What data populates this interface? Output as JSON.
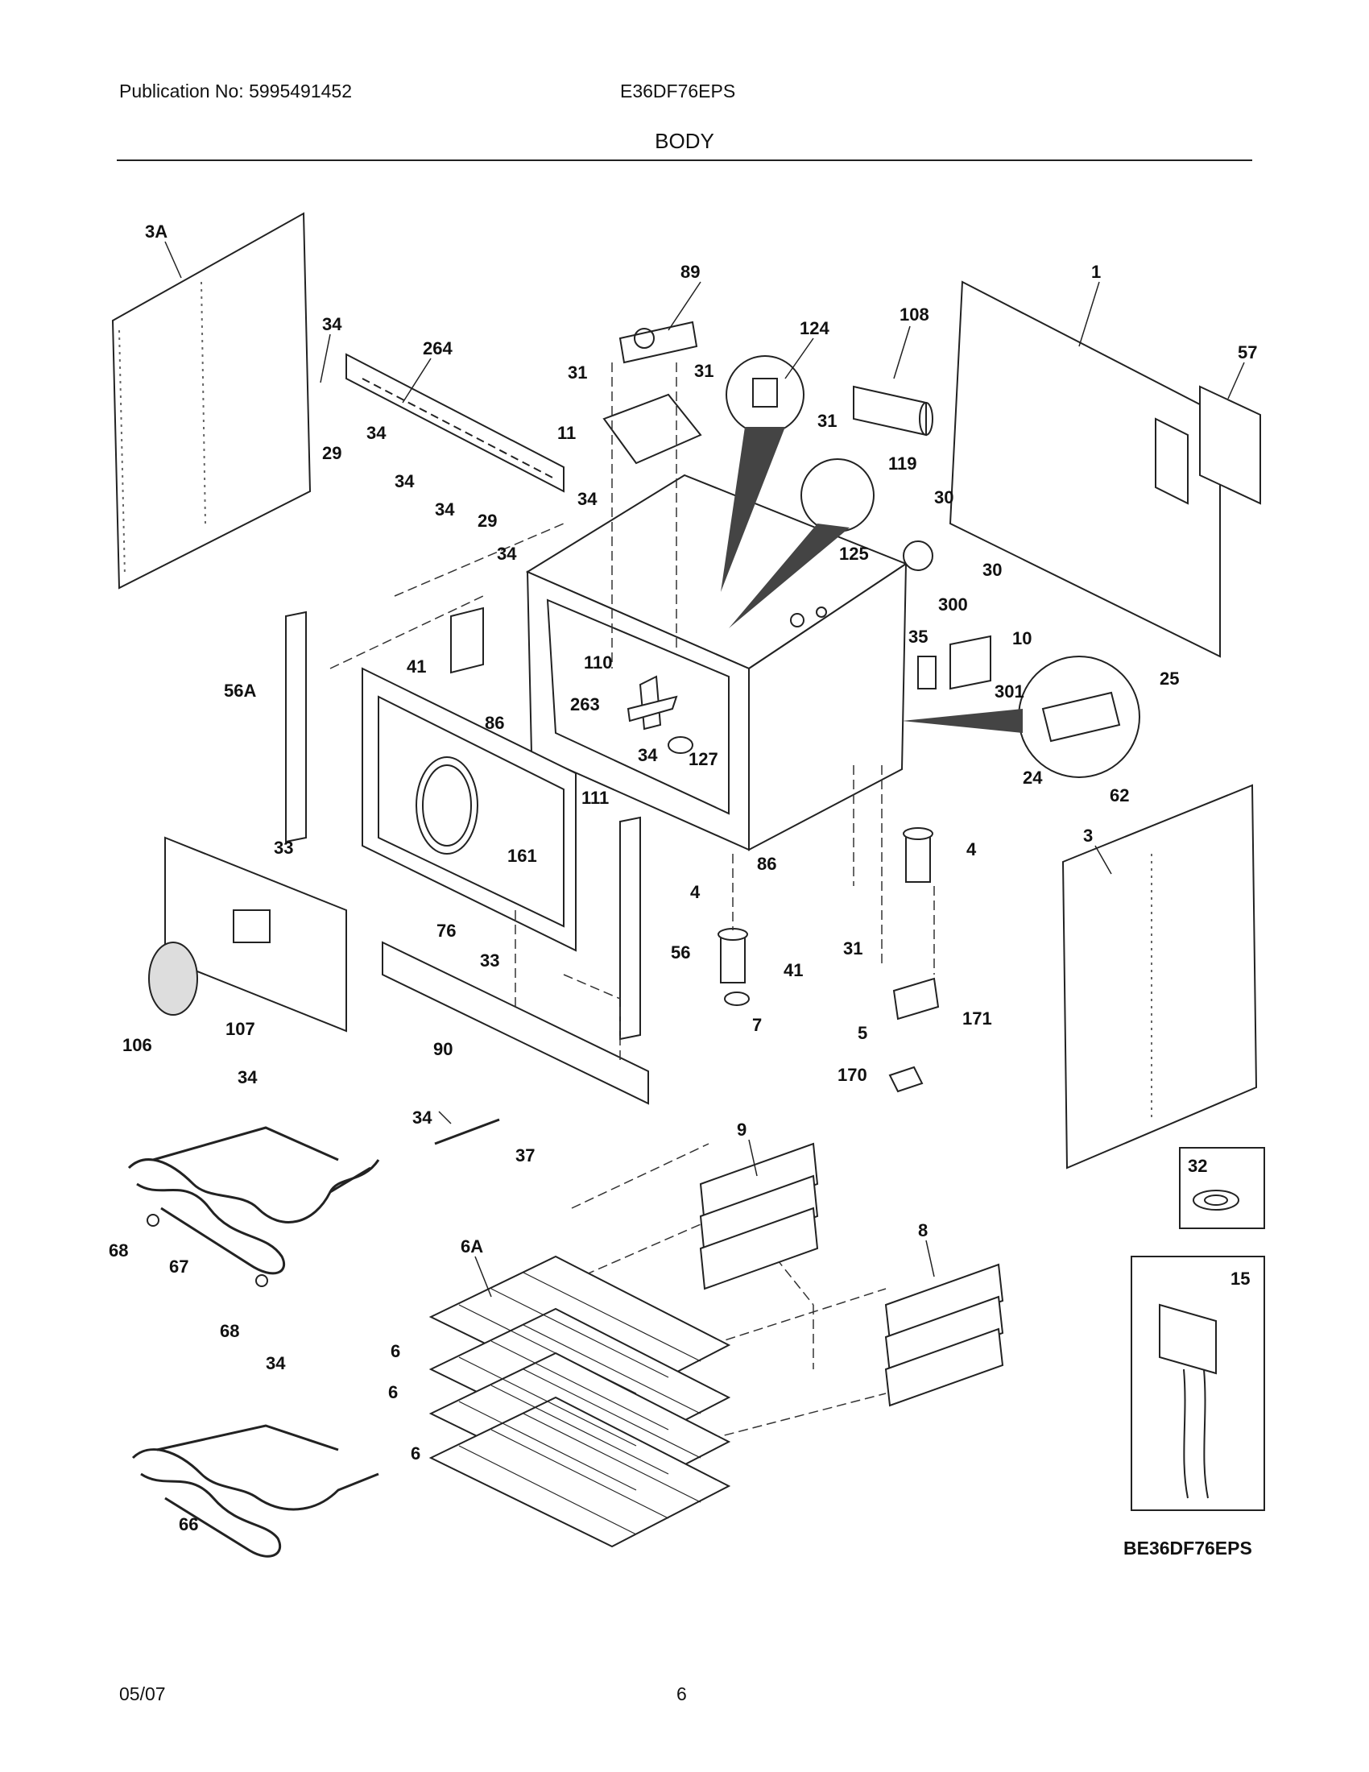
{
  "header": {
    "publication": "Publication No: 5995491452",
    "model": "E36DF76EPS",
    "section": "BODY"
  },
  "footer": {
    "date": "05/07",
    "page": "6"
  },
  "diagram": {
    "code": "BE36DF76EPS",
    "part_labels": [
      "3A",
      "34",
      "264",
      "29",
      "34",
      "34",
      "34",
      "29",
      "34",
      "34",
      "89",
      "31",
      "31",
      "11",
      "124",
      "108",
      "1",
      "57",
      "31",
      "119",
      "30",
      "125",
      "30",
      "300",
      "35",
      "10",
      "301",
      "25",
      "24",
      "62",
      "56A",
      "41",
      "86",
      "110",
      "263",
      "111",
      "34",
      "127",
      "33",
      "161",
      "76",
      "33",
      "56",
      "4",
      "86",
      "4",
      "31",
      "41",
      "7",
      "3",
      "171",
      "5",
      "170",
      "106",
      "107",
      "90",
      "34",
      "34",
      "37",
      "68",
      "67",
      "68",
      "34",
      "66",
      "9",
      "6A",
      "6",
      "6",
      "6",
      "8",
      "32",
      "15"
    ]
  }
}
